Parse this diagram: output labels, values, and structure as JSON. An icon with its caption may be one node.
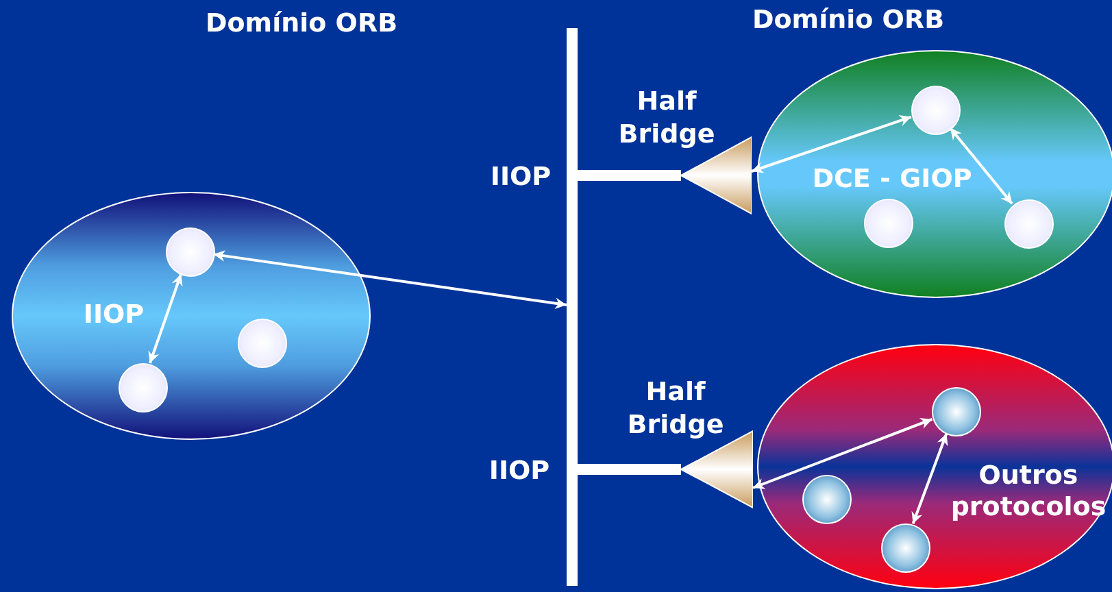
{
  "diagram": {
    "nodes": [
      {
        "text": [
          "IIOP"
        ]
      },
      {
        "text": [],
        "shape": "circle",
        "in": 0
      },
      {
        "text": [],
        "shape": "circle",
        "in": 0
      },
      {
        "text": [],
        "shape": "circle",
        "in": 0
      },
      {
        "text": [],
        "shape": "bar"
      },
      {
        "text": [],
        "shape": "triangle",
        "beside": [
          "Half Bridge"
        ]
      },
      {
        "text": [
          "DCE - GIOP"
        ]
      },
      {
        "text": [],
        "shape": "circle",
        "in": 6
      },
      {
        "text": [],
        "shape": "circle",
        "in": 6
      },
      {
        "text": [],
        "shape": "circle",
        "in": 6
      },
      {
        "text": [],
        "shape": "triangle",
        "beside": [
          "Half Bridge"
        ]
      },
      {
        "text": [
          "Outros protocolos"
        ]
      },
      {
        "text": [],
        "shape": "circle",
        "in": 11
      },
      {
        "text": [],
        "shape": "circle",
        "in": 11
      },
      {
        "text": [],
        "shape": "circle",
        "in": 11
      }
    ],
    "edges": [
      {
        "from": 1,
        "to": 4,
        "arrow": "both"
      },
      {
        "from": 1,
        "to": 2,
        "arrow": "both"
      },
      {
        "from": 4,
        "to": 5,
        "arrow": "none",
        "style": "thick"
      },
      {
        "from": 4,
        "to": 10,
        "arrow": "none",
        "style": "thick"
      },
      {
        "from": 5,
        "to": 7,
        "arrow": "both"
      },
      {
        "from": 7,
        "to": 9,
        "arrow": "both"
      },
      {
        "from": 10,
        "to": 12,
        "arrow": "both"
      },
      {
        "from": 12,
        "to": 14,
        "arrow": "both"
      }
    ],
    "labels": [
      "Domínio ORB",
      "Domínio ORB",
      "IIOP",
      "IIOP"
    ]
  }
}
